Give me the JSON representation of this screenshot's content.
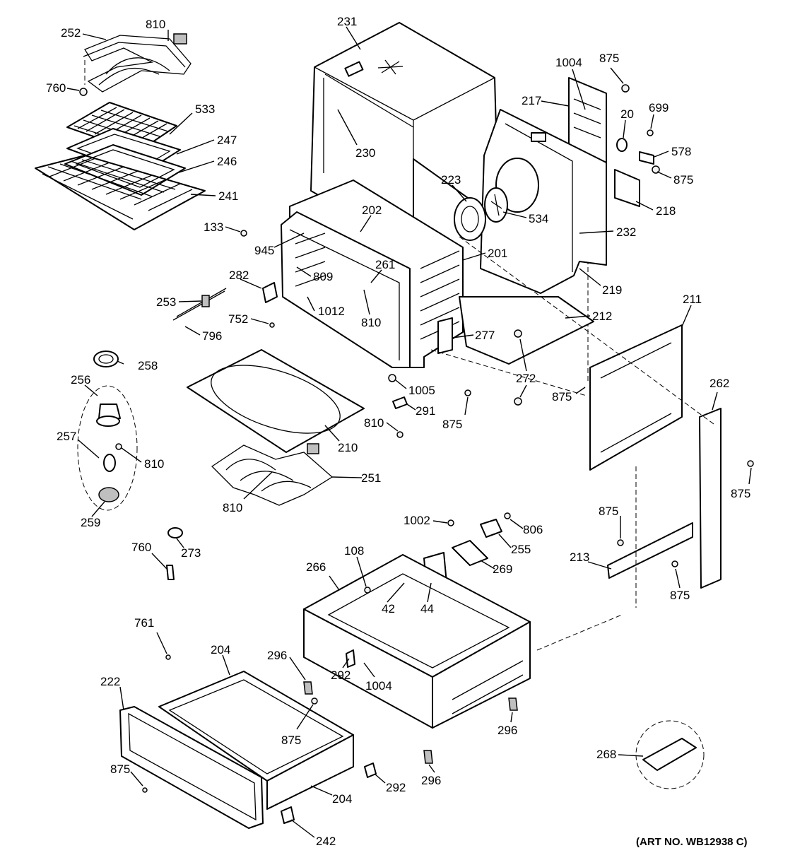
{
  "art_number": "(ART NO. WB12938 C)",
  "callouts": [
    {
      "id": "c810a",
      "text": "810"
    },
    {
      "id": "c252",
      "text": "252"
    },
    {
      "id": "c760a",
      "text": "760"
    },
    {
      "id": "c533",
      "text": "533"
    },
    {
      "id": "c247",
      "text": "247"
    },
    {
      "id": "c246",
      "text": "246"
    },
    {
      "id": "c241",
      "text": "241"
    },
    {
      "id": "c231",
      "text": "231"
    },
    {
      "id": "c230",
      "text": "230"
    },
    {
      "id": "c1004a",
      "text": "1004"
    },
    {
      "id": "c875a",
      "text": "875"
    },
    {
      "id": "c217",
      "text": "217"
    },
    {
      "id": "c20",
      "text": "20"
    },
    {
      "id": "c699",
      "text": "699"
    },
    {
      "id": "c578",
      "text": "578"
    },
    {
      "id": "c875b",
      "text": "875"
    },
    {
      "id": "c218",
      "text": "218"
    },
    {
      "id": "c223",
      "text": "223"
    },
    {
      "id": "c534",
      "text": "534"
    },
    {
      "id": "c232",
      "text": "232"
    },
    {
      "id": "c202",
      "text": "202"
    },
    {
      "id": "c133",
      "text": "133"
    },
    {
      "id": "c945",
      "text": "945"
    },
    {
      "id": "c201",
      "text": "201"
    },
    {
      "id": "c219",
      "text": "219"
    },
    {
      "id": "c282",
      "text": "282"
    },
    {
      "id": "c809",
      "text": "809"
    },
    {
      "id": "c261",
      "text": "261"
    },
    {
      "id": "c253",
      "text": "253"
    },
    {
      "id": "c1012",
      "text": "1012"
    },
    {
      "id": "c810b",
      "text": "810"
    },
    {
      "id": "c752",
      "text": "752"
    },
    {
      "id": "c212",
      "text": "212"
    },
    {
      "id": "c211",
      "text": "211"
    },
    {
      "id": "c796",
      "text": "796"
    },
    {
      "id": "c277",
      "text": "277"
    },
    {
      "id": "c258",
      "text": "258"
    },
    {
      "id": "c256",
      "text": "256"
    },
    {
      "id": "c272a",
      "text": "272"
    },
    {
      "id": "c272b",
      "text": "272"
    },
    {
      "id": "c1005",
      "text": "1005"
    },
    {
      "id": "c875c",
      "text": "875"
    },
    {
      "id": "c262",
      "text": "262"
    },
    {
      "id": "c291",
      "text": "291"
    },
    {
      "id": "c810c",
      "text": "810"
    },
    {
      "id": "c875d",
      "text": "875"
    },
    {
      "id": "c257",
      "text": "257"
    },
    {
      "id": "c210",
      "text": "210"
    },
    {
      "id": "c810d",
      "text": "810"
    },
    {
      "id": "c251",
      "text": "251"
    },
    {
      "id": "c875e",
      "text": "875"
    },
    {
      "id": "c810e",
      "text": "810"
    },
    {
      "id": "c259",
      "text": "259"
    },
    {
      "id": "c1002",
      "text": "1002"
    },
    {
      "id": "c806",
      "text": "806"
    },
    {
      "id": "c875f",
      "text": "875"
    },
    {
      "id": "c255",
      "text": "255"
    },
    {
      "id": "c760b",
      "text": "760"
    },
    {
      "id": "c273",
      "text": "273"
    },
    {
      "id": "c108",
      "text": "108"
    },
    {
      "id": "c266",
      "text": "266"
    },
    {
      "id": "c269",
      "text": "269"
    },
    {
      "id": "c213",
      "text": "213"
    },
    {
      "id": "c42",
      "text": "42"
    },
    {
      "id": "c44",
      "text": "44"
    },
    {
      "id": "c875g",
      "text": "875"
    },
    {
      "id": "c761",
      "text": "761"
    },
    {
      "id": "c204a",
      "text": "204"
    },
    {
      "id": "c296a",
      "text": "296"
    },
    {
      "id": "c222",
      "text": "222"
    },
    {
      "id": "c292a",
      "text": "292"
    },
    {
      "id": "c1004b",
      "text": "1004"
    },
    {
      "id": "c296b",
      "text": "296"
    },
    {
      "id": "c875h",
      "text": "875"
    },
    {
      "id": "c268",
      "text": "268"
    },
    {
      "id": "c875i",
      "text": "875"
    },
    {
      "id": "c292b",
      "text": "292"
    },
    {
      "id": "c296c",
      "text": "296"
    },
    {
      "id": "c204b",
      "text": "204"
    },
    {
      "id": "c242",
      "text": "242"
    }
  ]
}
